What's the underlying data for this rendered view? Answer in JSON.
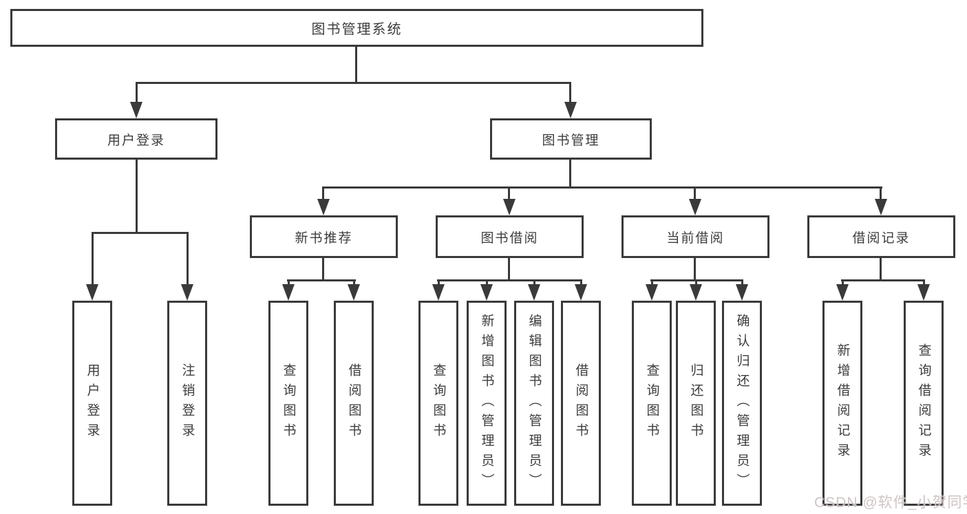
{
  "tree": {
    "label": "图书管理系统",
    "children": [
      {
        "label": "用户登录",
        "children": [
          {
            "label": "用户登录"
          },
          {
            "label": "注销登录"
          }
        ]
      },
      {
        "label": "图书管理",
        "children": [
          {
            "label": "新书推荐",
            "children": [
              {
                "label": "查询图书"
              },
              {
                "label": "借阅图书"
              }
            ]
          },
          {
            "label": "图书借阅",
            "children": [
              {
                "label": "查询图书"
              },
              {
                "label": "新增图书（管理员）"
              },
              {
                "label": "编辑图书（管理员）"
              },
              {
                "label": "借阅图书"
              }
            ]
          },
          {
            "label": "当前借阅",
            "children": [
              {
                "label": "查询图书"
              },
              {
                "label": "归还图书"
              },
              {
                "label": "确认归还（管理员）"
              }
            ]
          },
          {
            "label": "借阅记录",
            "children": [
              {
                "label": "新增借阅记录"
              },
              {
                "label": "查询借阅记录"
              }
            ]
          }
        ]
      }
    ]
  },
  "watermark": {
    "text": "CSDN @软件_小贺同学"
  },
  "colors": {
    "line": "#3a3a3a",
    "text": "#3d3d3d",
    "background": "#ffffff"
  }
}
